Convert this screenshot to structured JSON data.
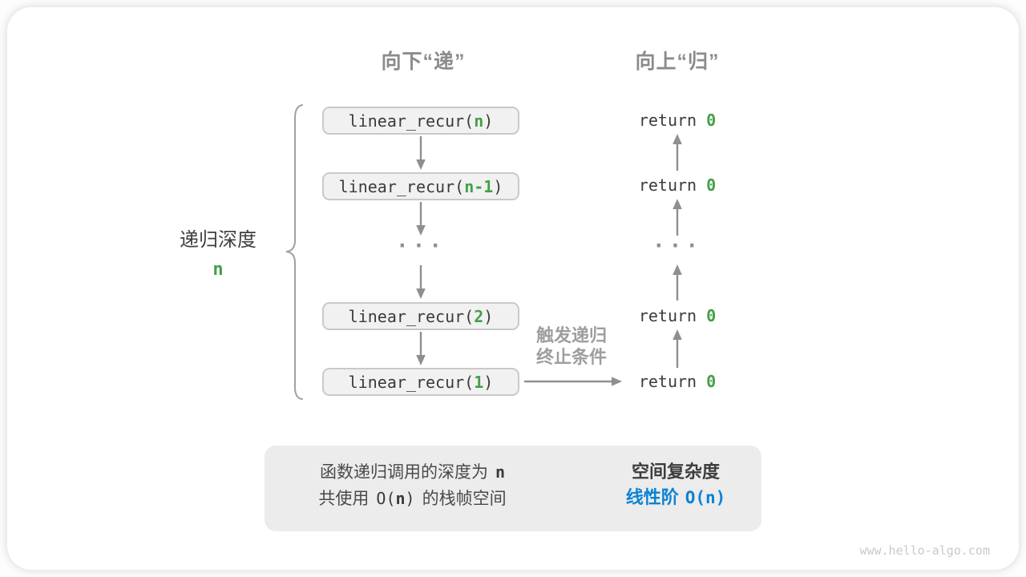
{
  "headers": {
    "down": "向下“递”",
    "up": "向上“归”"
  },
  "depth_label": {
    "title": "递归深度",
    "value": "n"
  },
  "ellipsis": "···",
  "call_stack": [
    {
      "prefix": "linear_recur(",
      "arg": "n",
      "suffix": ")"
    },
    {
      "prefix": "linear_recur(",
      "arg": "n-1",
      "suffix": ")"
    },
    {
      "prefix": "linear_recur(",
      "arg": "2",
      "suffix": ")"
    },
    {
      "prefix": "linear_recur(",
      "arg": "1",
      "suffix": ")"
    }
  ],
  "returns": [
    {
      "prefix": "return ",
      "value": "0"
    },
    {
      "prefix": "return ",
      "value": "0"
    },
    {
      "prefix": "return ",
      "value": "0"
    },
    {
      "prefix": "return ",
      "value": "0"
    }
  ],
  "trigger_label": {
    "line1": "触发递归",
    "line2": "终止条件"
  },
  "summary": {
    "left": {
      "line1_text": "函数递归调用的深度为",
      "line1_value": "n",
      "line2_pre": "共使用",
      "line2_code_open": "O(",
      "line2_code_arg": "n",
      "line2_code_close": ")",
      "line2_post": "的栈帧空间"
    },
    "right": {
      "title": "空间复杂度",
      "result_label": "线性阶",
      "result_value": "O(n)"
    }
  },
  "watermark": "www.hello-algo.com",
  "colors": {
    "green": "#43a047",
    "blue": "#0c82d6",
    "box_fill": "#f1f1f1",
    "box_border": "#c9c9c9",
    "arrow_gray": "#8f8f8f",
    "header_gray": "#8b8b8b",
    "summary_fill": "#ececec",
    "dark_text": "#3b3b3b",
    "watermark_gray": "#c9c9c9"
  }
}
